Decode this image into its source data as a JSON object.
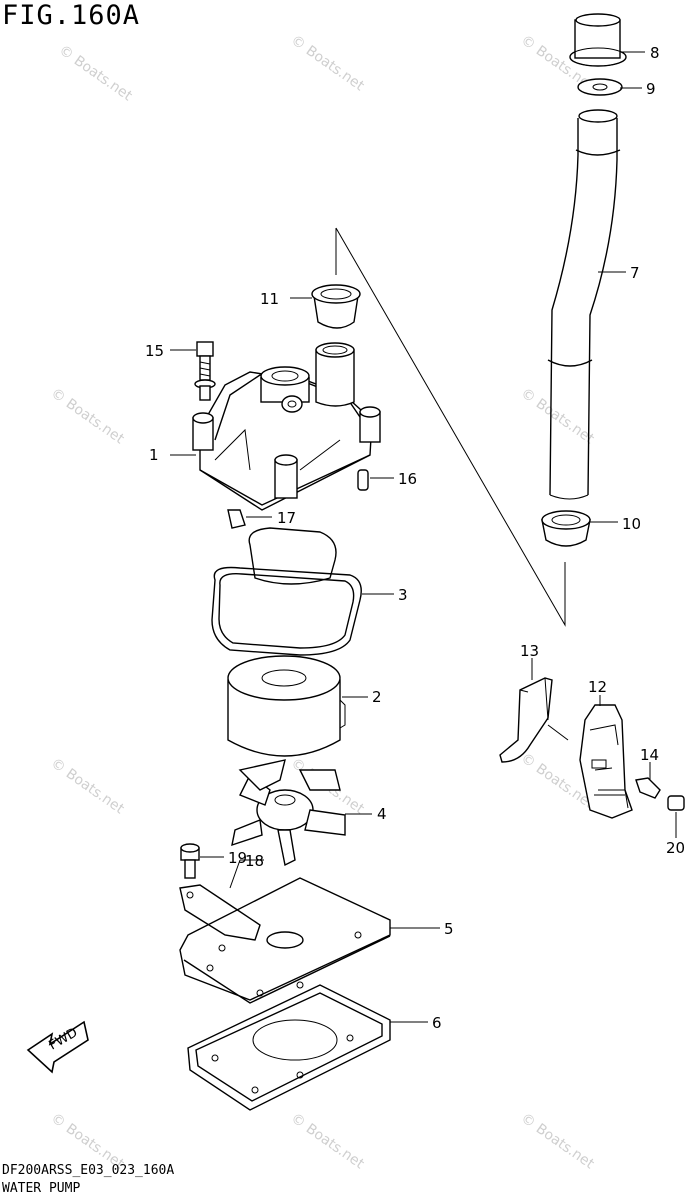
{
  "figure": {
    "title": "FIG.160A",
    "code": "DF200ARSS_E03_023_160A",
    "name": "WATER PUMP"
  },
  "watermark": "© Boats.net",
  "fwd_label": "FWD",
  "callouts": [
    "1",
    "2",
    "3",
    "4",
    "5",
    "6",
    "7",
    "8",
    "9",
    "10",
    "11",
    "12",
    "13",
    "14",
    "15",
    "16",
    "17",
    "18",
    "19",
    "20"
  ]
}
